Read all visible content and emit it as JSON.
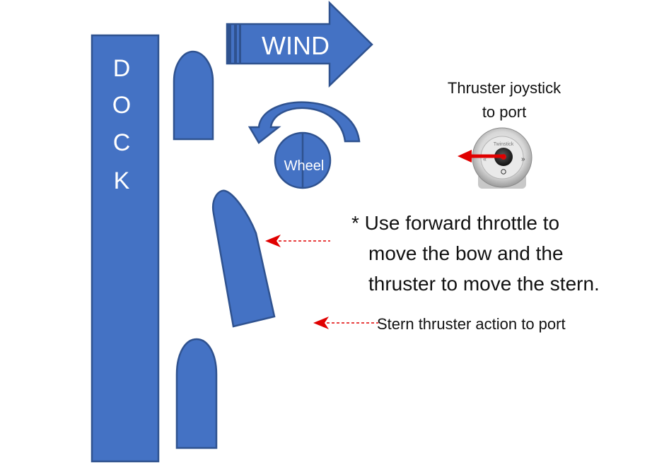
{
  "dock": {
    "letters": [
      "D",
      "O",
      "C",
      "K"
    ]
  },
  "wind": {
    "label": "WIND"
  },
  "wheel": {
    "label": "Wheel"
  },
  "joystick": {
    "caption_line1": "Thruster joystick",
    "caption_line2": "to port",
    "brand": "Twinstick"
  },
  "note": {
    "line1": "* Use forward throttle to",
    "line2": "move the bow and the",
    "line3": "thruster to move the stern."
  },
  "stern_label": "Stern thruster action to port",
  "icons": {
    "wheel_turn": "counterclockwise-arrow-icon",
    "joystick": "joystick-icon",
    "bow_arrow": "left-arrow-icon",
    "stern_arrow": "left-arrow-icon"
  },
  "colors": {
    "shape_fill": "#4472C4",
    "shape_stroke": "#2F528F",
    "arrow_red": "#E00000",
    "text": "#111111"
  }
}
